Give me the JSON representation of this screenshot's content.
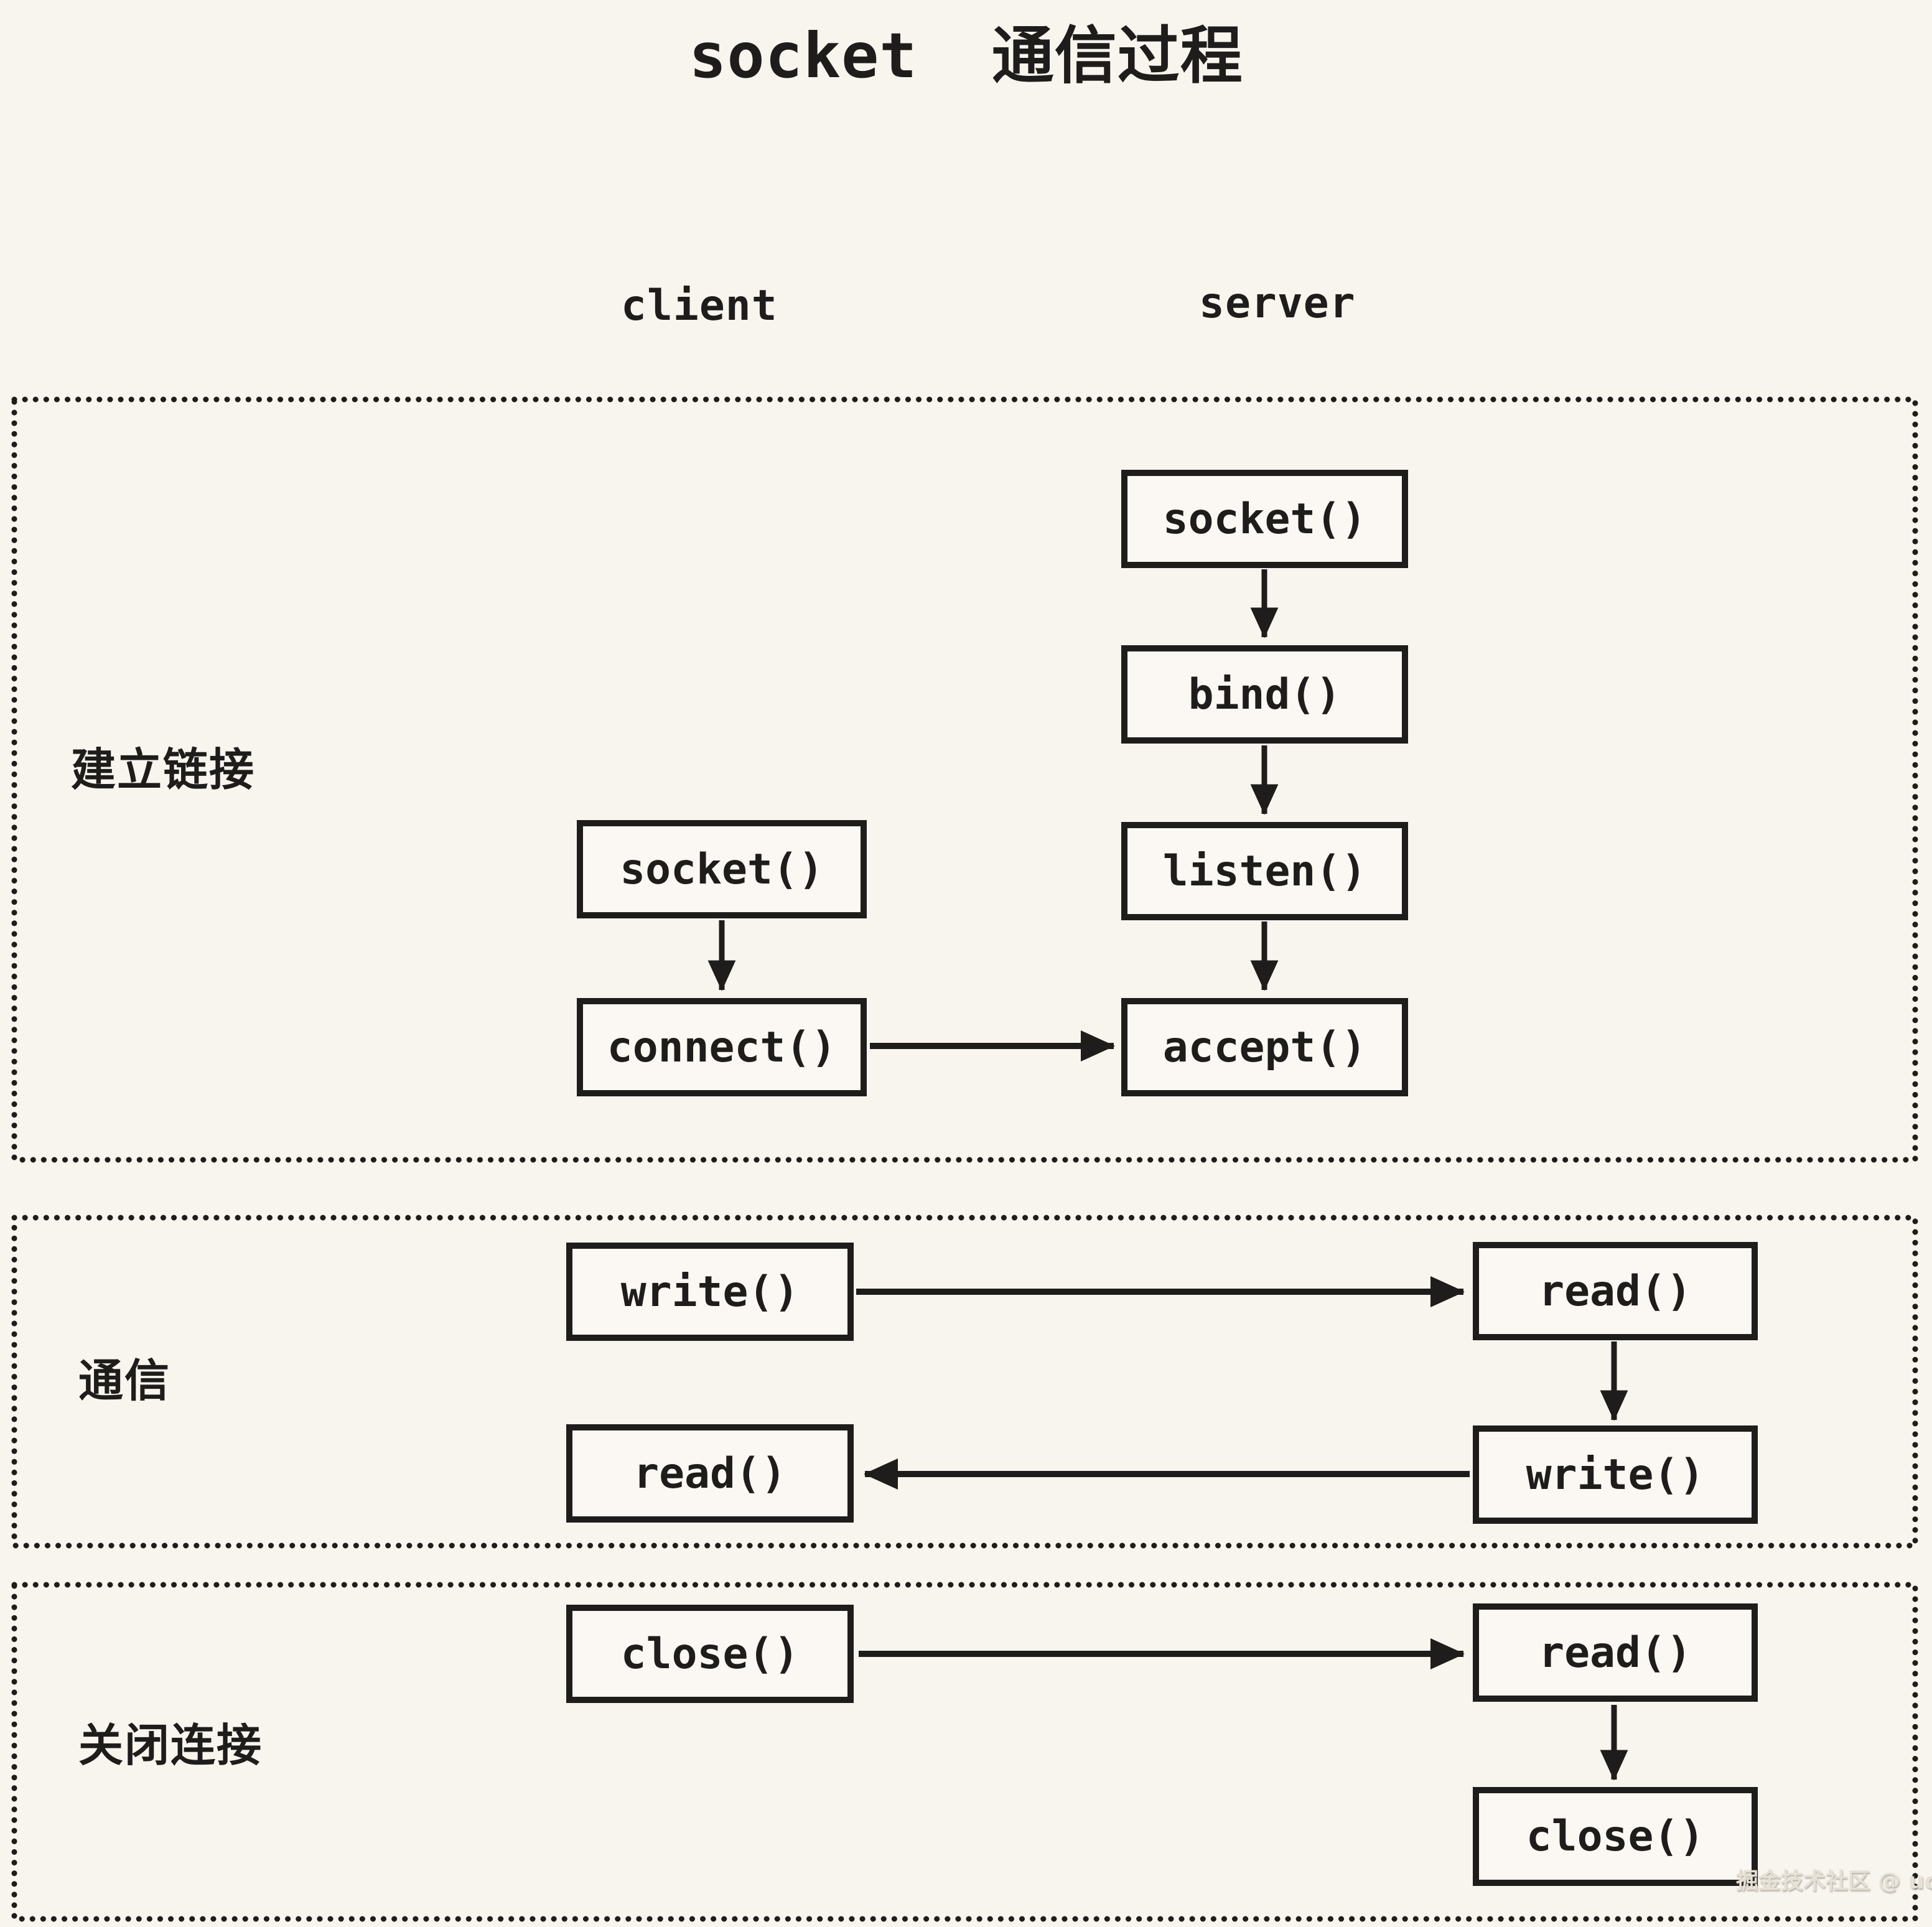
{
  "title": "socket 通信过程",
  "column_labels": {
    "client": "client",
    "server": "server"
  },
  "sections": [
    {
      "id": "establish",
      "label": "建立链接"
    },
    {
      "id": "communicate",
      "label": "通信"
    },
    {
      "id": "close",
      "label": "关闭连接"
    }
  ],
  "nodes": {
    "s1_server_socket": "socket()",
    "s1_server_bind": "bind()",
    "s1_server_listen": "listen()",
    "s1_server_accept": "accept()",
    "s1_client_socket": "socket()",
    "s1_client_connect": "connect()",
    "s2_client_write": "write()",
    "s2_client_read": "read()",
    "s2_server_read": "read()",
    "s2_server_write": "write()",
    "s3_client_close": "close()",
    "s3_server_read": "read()",
    "s3_server_close": "close()"
  },
  "watermark": "掘金技术社区 @ uccs",
  "colors": {
    "background": "#f8f4ee",
    "ink": "#1f1d1b",
    "node_fill": "#fbf8f3",
    "watermark": "#e6e0d5"
  }
}
